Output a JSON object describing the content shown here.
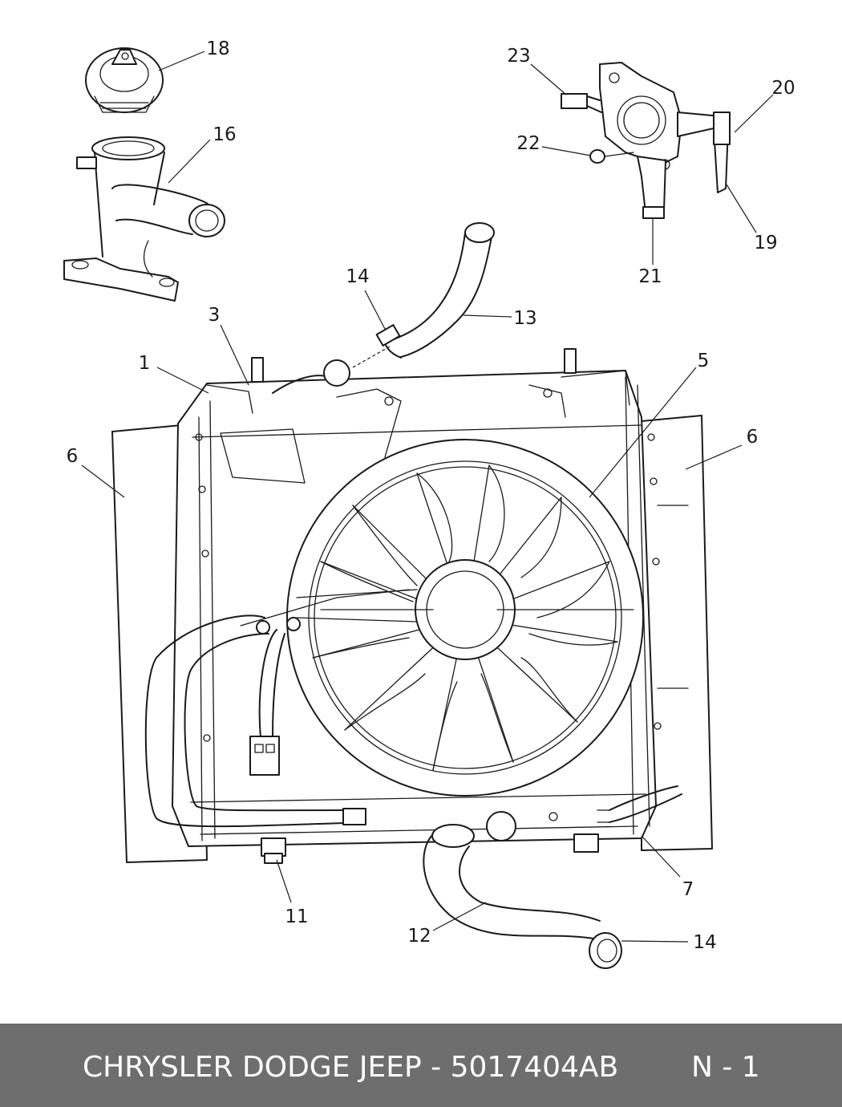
{
  "footer": {
    "title": "CHRYSLER DODGE JEEP - 5017404AB",
    "page": "N - 1"
  },
  "callouts": [
    "18",
    "16",
    "23",
    "20",
    "22",
    "19",
    "21",
    "14",
    "13",
    "3",
    "1",
    "5",
    "6",
    "6",
    "11",
    "12",
    "14",
    "7"
  ],
  "colors": {
    "footer_bg": "#6e6e6e",
    "footer_text": "#ffffff",
    "line": "#1a1a1a"
  }
}
